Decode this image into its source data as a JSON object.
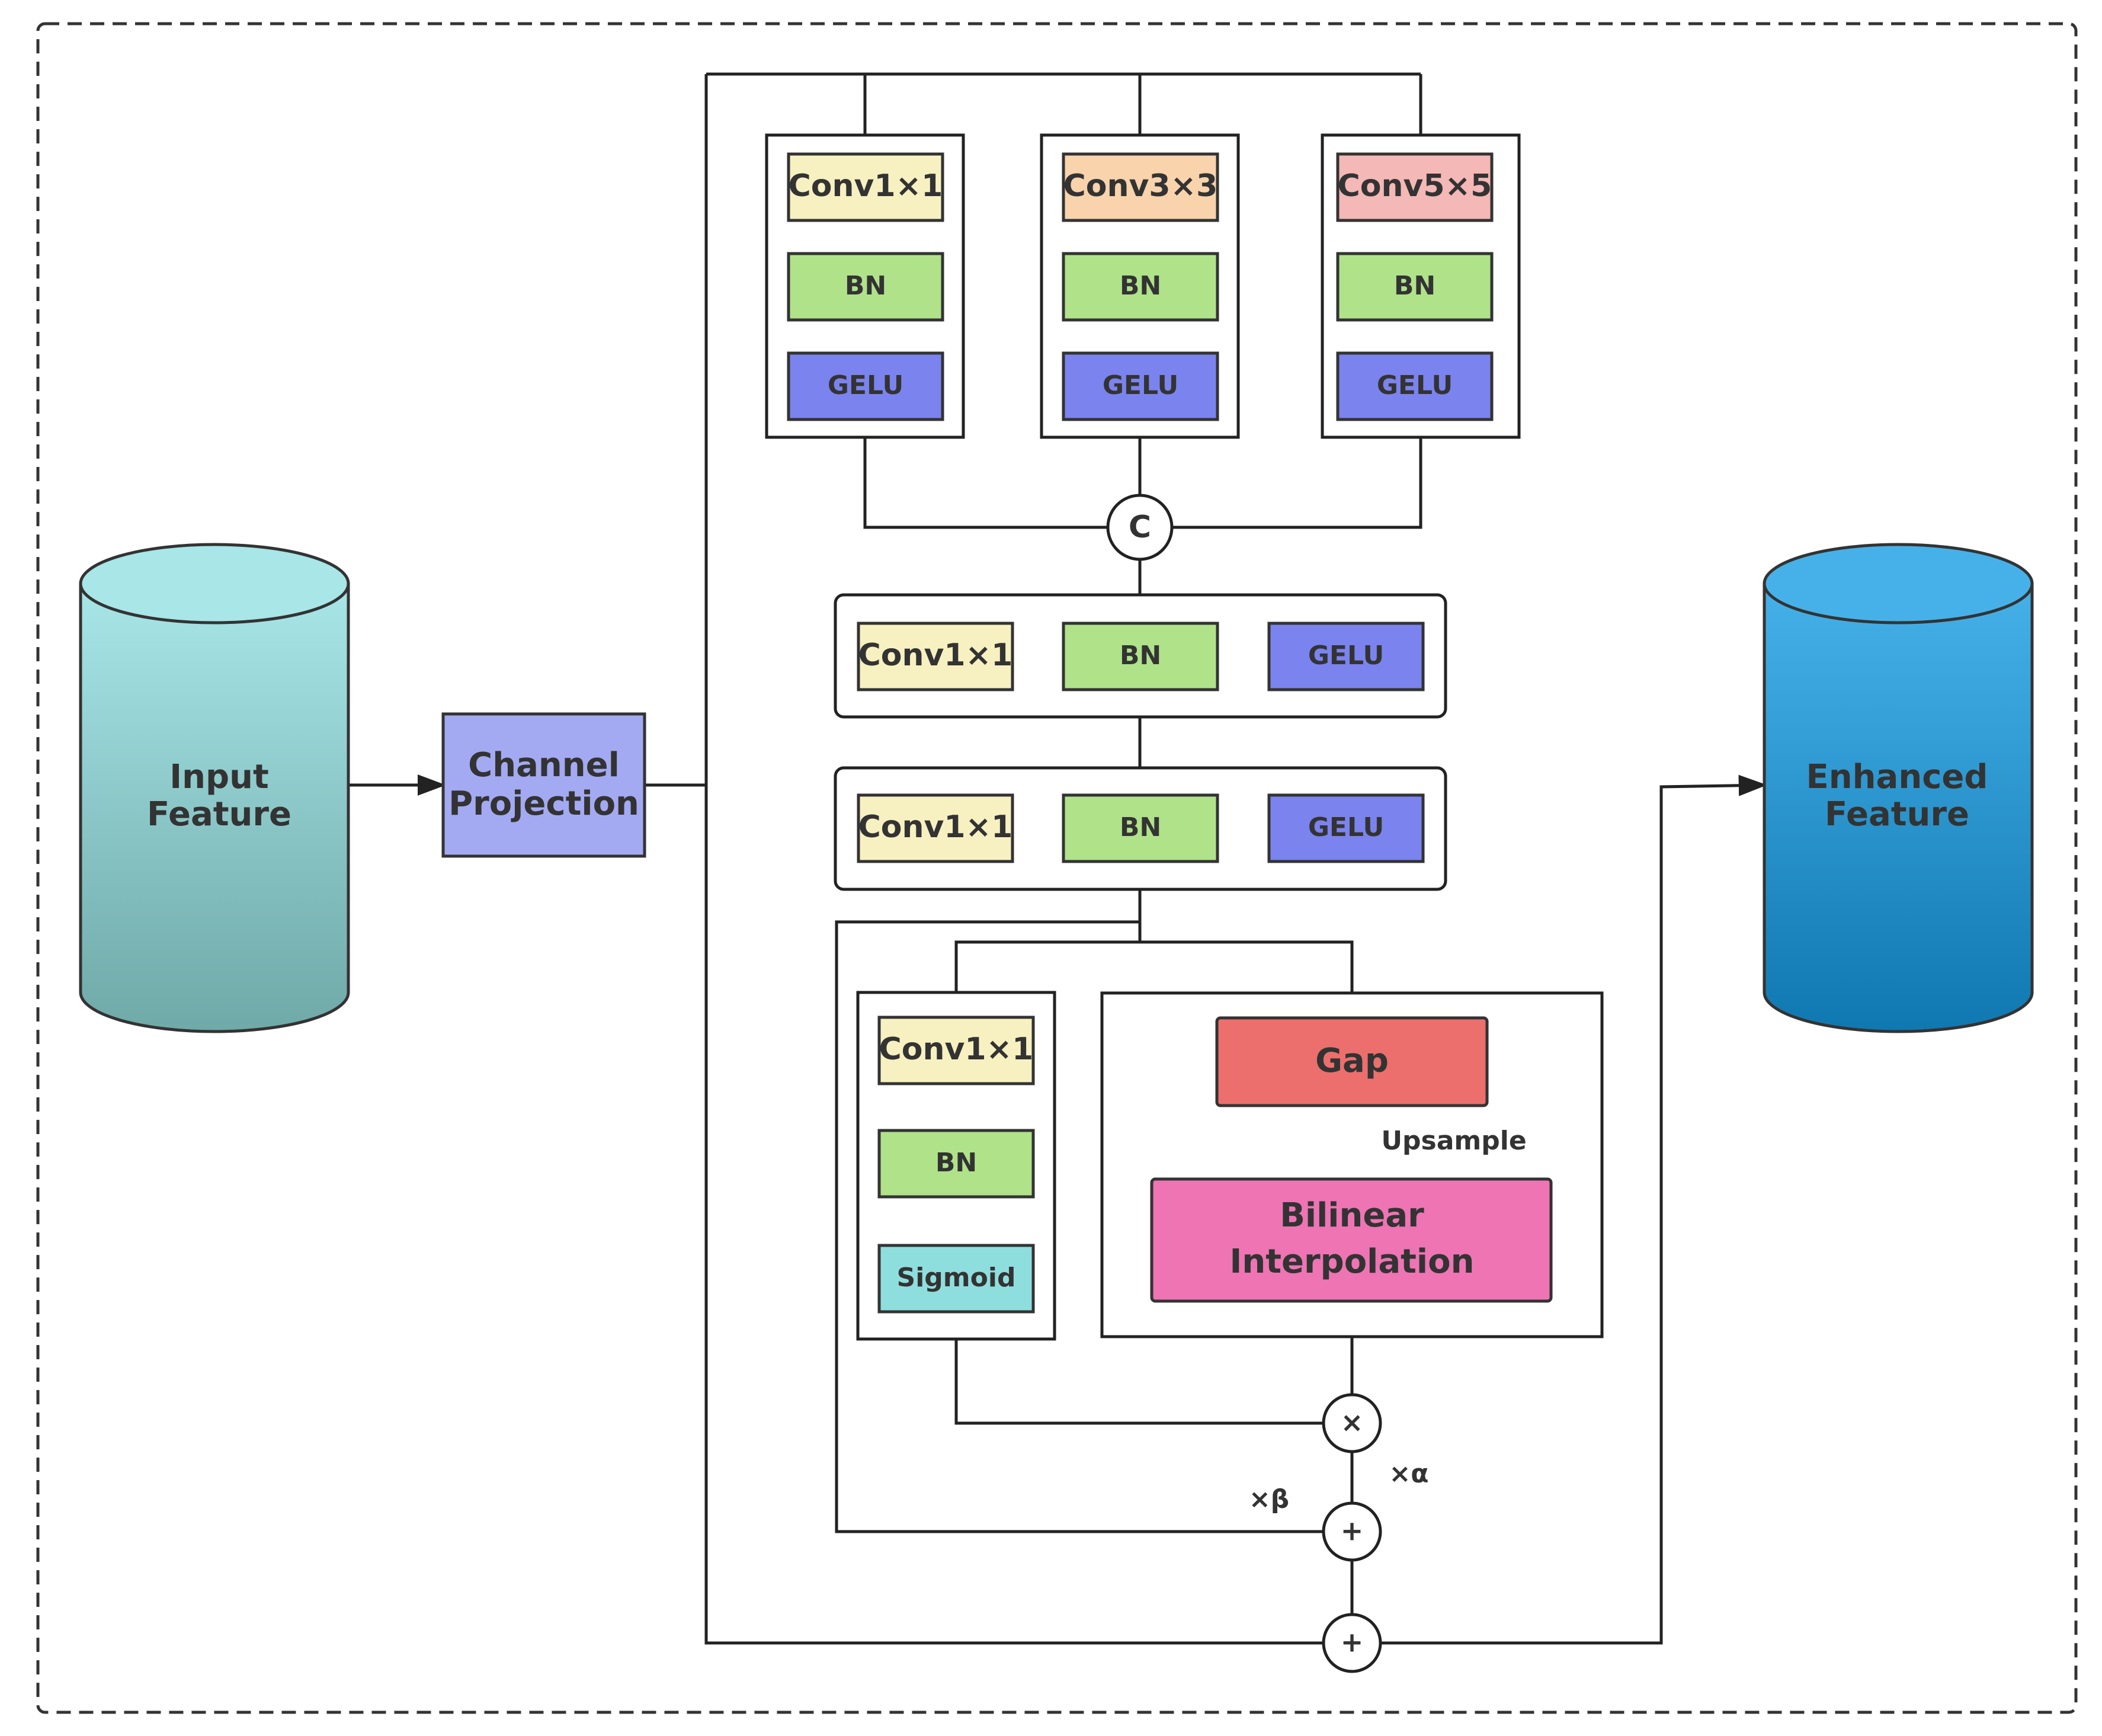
{
  "input": {
    "label_line1": "Input",
    "label_line2": "Feature"
  },
  "projection": {
    "label_line1": "Channel",
    "label_line2": "Projection"
  },
  "output": {
    "label_line1": "Enhanced",
    "label_line2": "Feature"
  },
  "branches": [
    {
      "conv": "Conv1×1",
      "bn": "BN",
      "act": "GELU",
      "conv_color": "#f7f0c0"
    },
    {
      "conv": "Conv3×3",
      "bn": "BN",
      "act": "GELU",
      "conv_color": "#f8d3ac"
    },
    {
      "conv": "Conv5×5",
      "bn": "BN",
      "act": "GELU",
      "conv_color": "#f4b8b6"
    }
  ],
  "concat": {
    "symbol": "C"
  },
  "fuse1": {
    "conv": "Conv1×1",
    "bn": "BN",
    "act": "GELU"
  },
  "fuse2": {
    "conv": "Conv1×1",
    "bn": "BN",
    "act": "GELU"
  },
  "attention": {
    "conv": "Conv1×1",
    "bn": "BN",
    "act": "Sigmoid"
  },
  "context": {
    "gap": "Gap",
    "upsample": "Upsample",
    "interp_line1": "Bilinear",
    "interp_line2": "Interpolation"
  },
  "ops": {
    "multiply": "×",
    "add_inner": "+",
    "add_outer": "+",
    "alpha": "×α",
    "beta": "×β"
  },
  "colors": {
    "conv": "#f7f0c0",
    "bn": "#b0e28a",
    "gelu": "#7b83ee",
    "sigmoid": "#8fdede",
    "gap": "#ec6f6d",
    "interp": "#ee74b4",
    "projection": "#a3aaf2",
    "input_top": "#a8e6e8",
    "input_bottom": "#6fa9a8",
    "output_top": "#46b1e9",
    "output_bottom": "#1078b0"
  }
}
